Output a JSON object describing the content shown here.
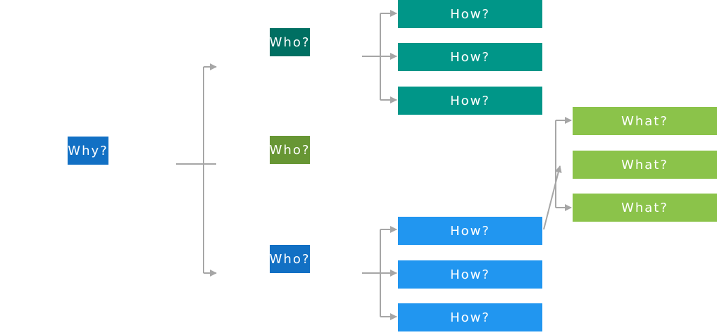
{
  "why": {
    "label": "Why?"
  },
  "who": [
    {
      "label": "Who?"
    },
    {
      "label": "Who?"
    },
    {
      "label": "Who?"
    }
  ],
  "how_top": [
    {
      "label": "How?"
    },
    {
      "label": "How?"
    },
    {
      "label": "How?"
    }
  ],
  "how_bottom": [
    {
      "label": "How?"
    },
    {
      "label": "How?"
    },
    {
      "label": "How?"
    }
  ],
  "what": [
    {
      "label": "What?"
    },
    {
      "label": "What?"
    },
    {
      "label": "What?"
    }
  ],
  "colors": {
    "blue_dark": "#1270C4",
    "blue": "#2196F0",
    "teal_dark": "#006F62",
    "teal": "#009688",
    "green_dark": "#679634",
    "green": "#8BC34A",
    "connector": "#A6A6A6"
  }
}
